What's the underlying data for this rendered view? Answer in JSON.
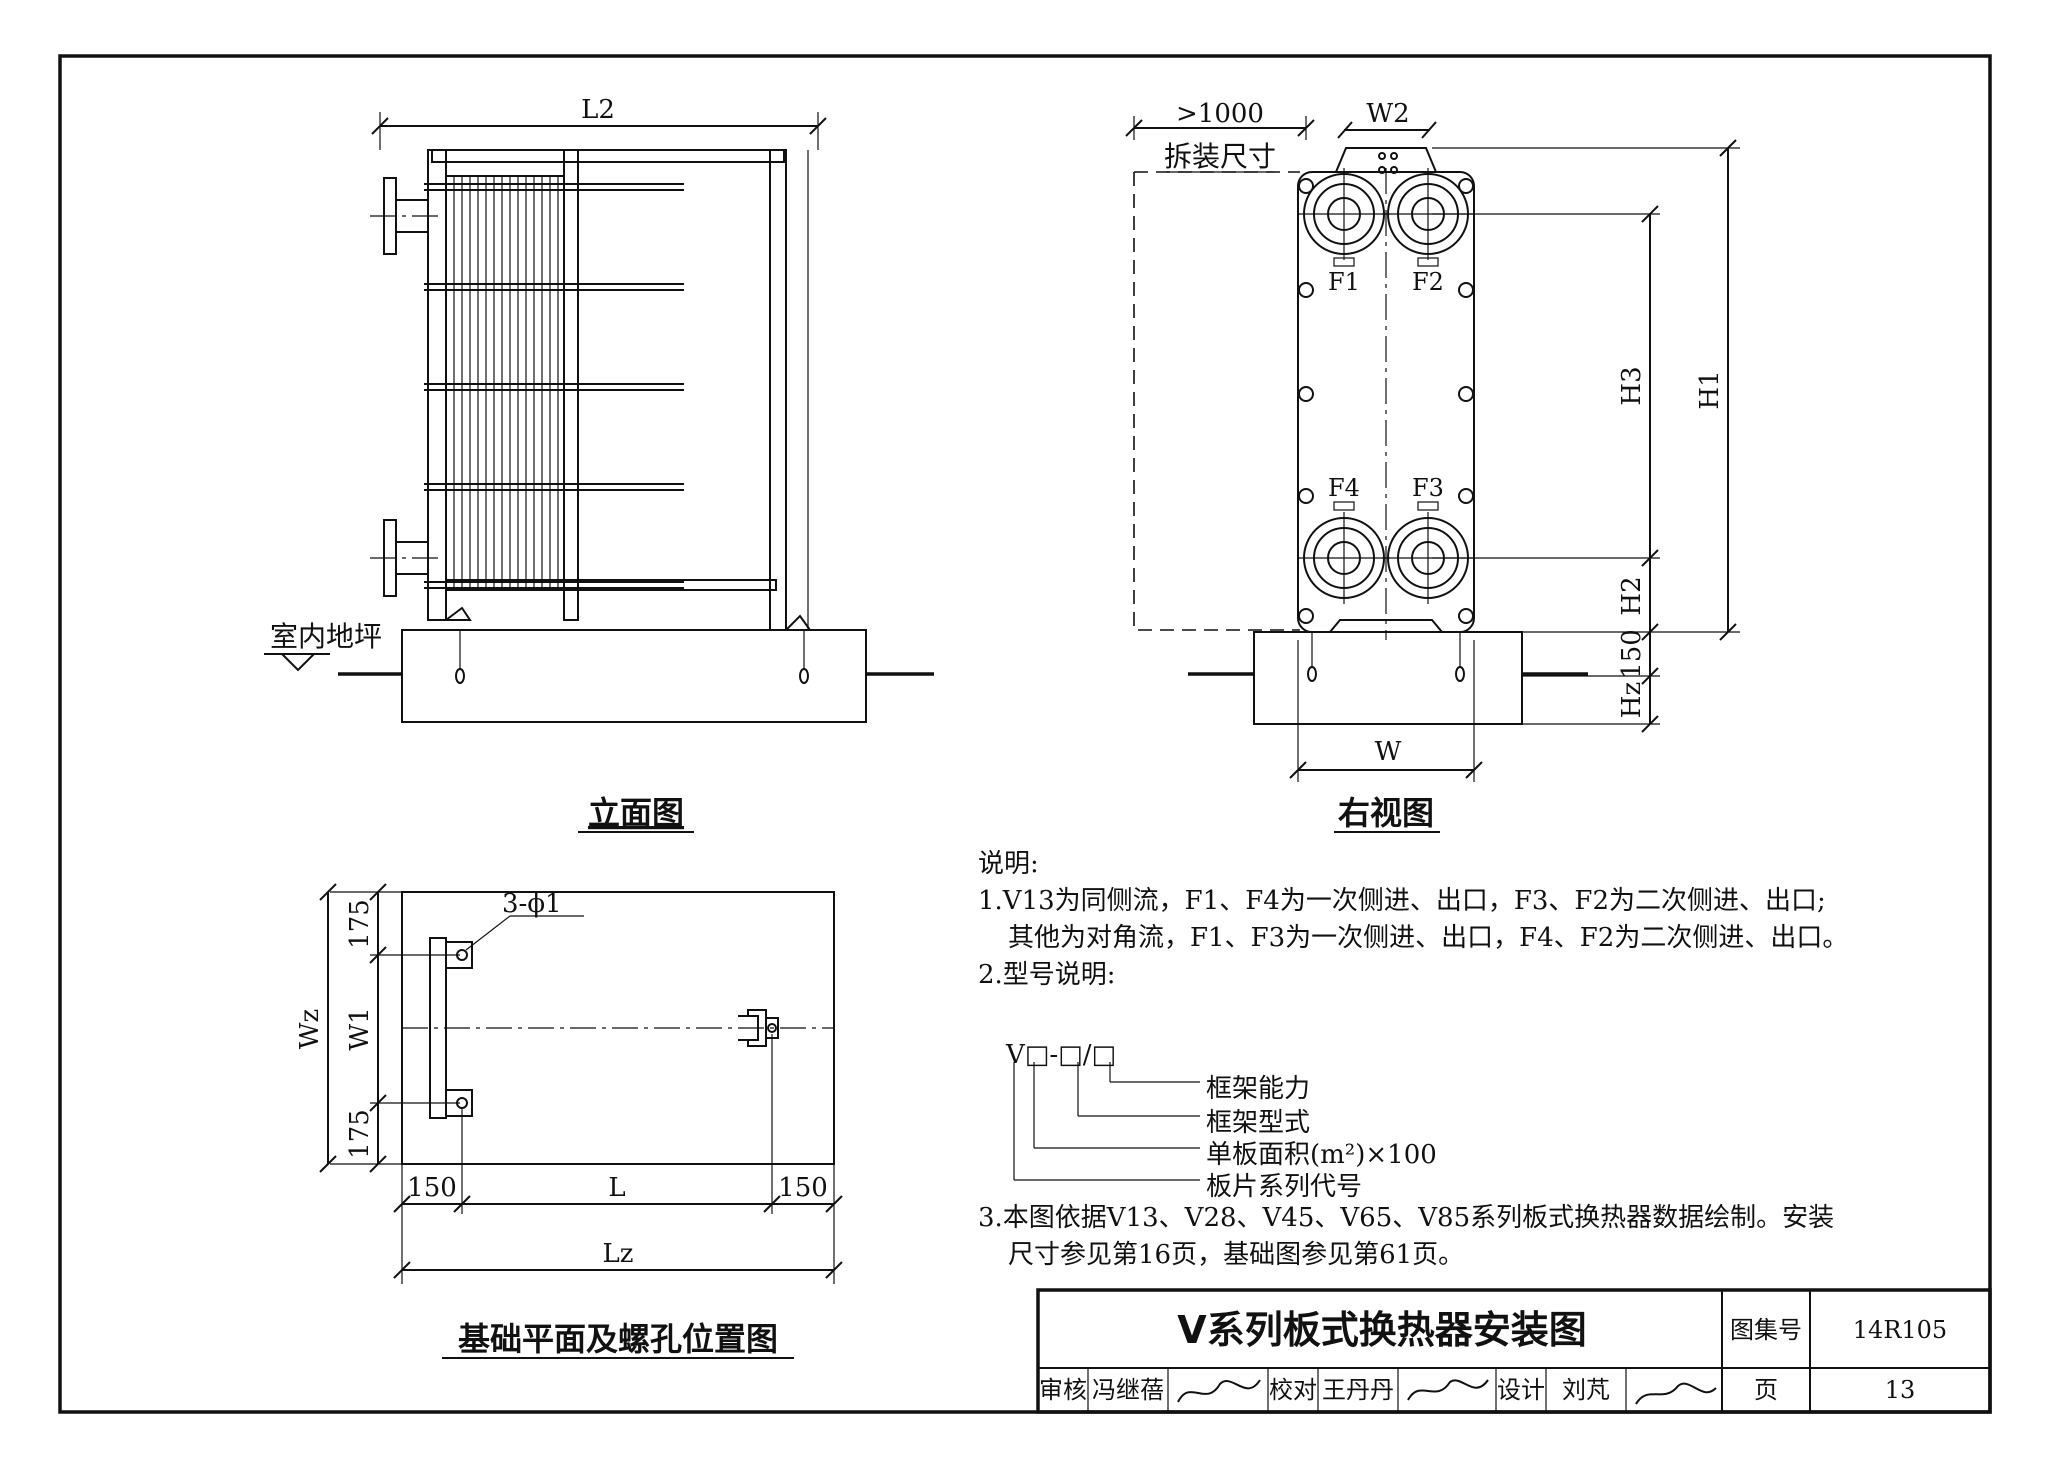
{
  "elevation_view": {
    "caption": "立面图",
    "dim_L2": "L2",
    "floor_label": "室内地坪"
  },
  "side_view": {
    "caption": "右视图",
    "dim_over1000": ">1000",
    "dismantle_label": "拆装尺寸",
    "dim_W2": "W2",
    "dim_W": "W",
    "dim_H1": "H1",
    "dim_H2": "H2",
    "dim_H3": "H3",
    "dim_150": "150",
    "dim_Hz": "Hz",
    "ports": {
      "F1": "F1",
      "F2": "F2",
      "F3": "F3",
      "F4": "F4"
    }
  },
  "foundation_view": {
    "caption": "基础平面及螺孔位置图",
    "hole_label": "3-ϕ1",
    "dim_175_top": "175",
    "dim_175_bottom": "175",
    "dim_W1": "W1",
    "dim_Wz": "Wz",
    "dim_150_left": "150",
    "dim_L": "L",
    "dim_150_right": "150",
    "dim_Lz": "Lz"
  },
  "notes": {
    "heading": "说明:",
    "item1_line1": "1.V13为同侧流，F1、F4为一次侧进、出口，F3、F2为二次侧进、出口;",
    "item1_line2": "其他为对角流，F1、F3为一次侧进、出口，F4、F2为二次侧进、出口。",
    "item2": "2.型号说明:",
    "model_code": "V□-□/□",
    "model_legend": [
      "框架能力",
      "框架型式",
      "单板面积(m²)×100",
      "板片系列代号"
    ],
    "item3_line1": "3.本图依据V13、V28、V45、V65、V85系列板式换热器数据绘制。安装",
    "item3_line2": "尺寸参见第16页，基础图参见第61页。"
  },
  "title_block": {
    "title": "V系列板式换热器安装图",
    "atlas_label": "图集号",
    "atlas_no": "14R105",
    "review_label": "审核",
    "reviewer": "冯继蓓",
    "check_label": "校对",
    "checker": "王丹丹",
    "design_label": "设计",
    "designer": "刘芃",
    "page_label": "页",
    "page_no": "13"
  }
}
